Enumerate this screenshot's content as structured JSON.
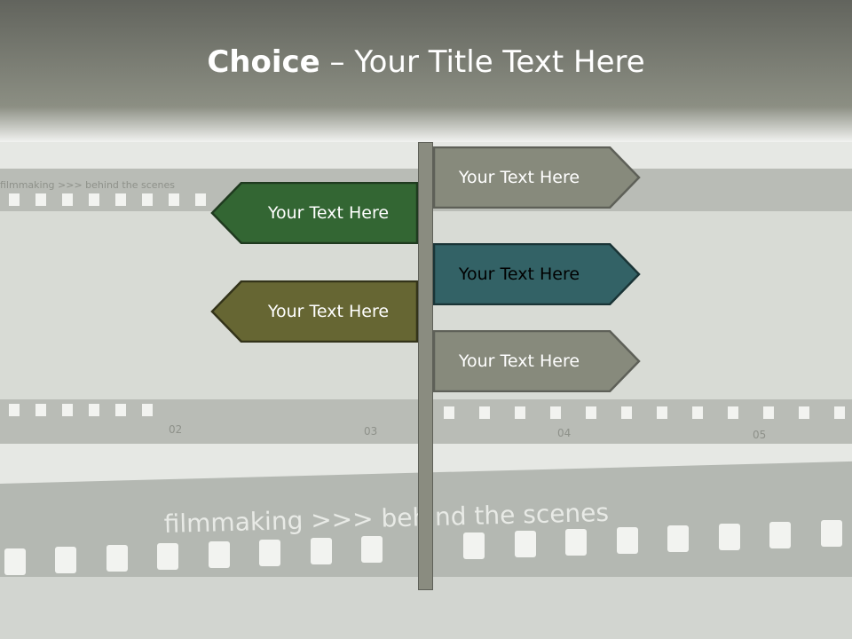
{
  "title": {
    "bold": "Choice",
    "rest": " – Your Title Text Here"
  },
  "background": {
    "film_text_top": "filmmaking  >>>  behind the scenes",
    "film_numbers": [
      "02",
      "03",
      "04",
      "05"
    ],
    "film_text_bottom": "filmmaking  >>>  behind the scenes"
  },
  "signs": [
    {
      "label": "Your Text Here",
      "direction": "right",
      "fill": "#878a7c",
      "stroke": "#5e6058",
      "text_color": "#ffffff"
    },
    {
      "label": "Your Text Here",
      "direction": "left",
      "fill": "#336633",
      "stroke": "#1f3a1f",
      "text_color": "#ffffff"
    },
    {
      "label": "Your Text Here",
      "direction": "right",
      "fill": "#336266",
      "stroke": "#1a3436",
      "text_color": "#000000"
    },
    {
      "label": "Your Text Here",
      "direction": "left",
      "fill": "#666633",
      "stroke": "#33331a",
      "text_color": "#ffffff"
    },
    {
      "label": "Your Text Here",
      "direction": "right",
      "fill": "#878a7c",
      "stroke": "#5e6058",
      "text_color": "#ffffff"
    }
  ]
}
